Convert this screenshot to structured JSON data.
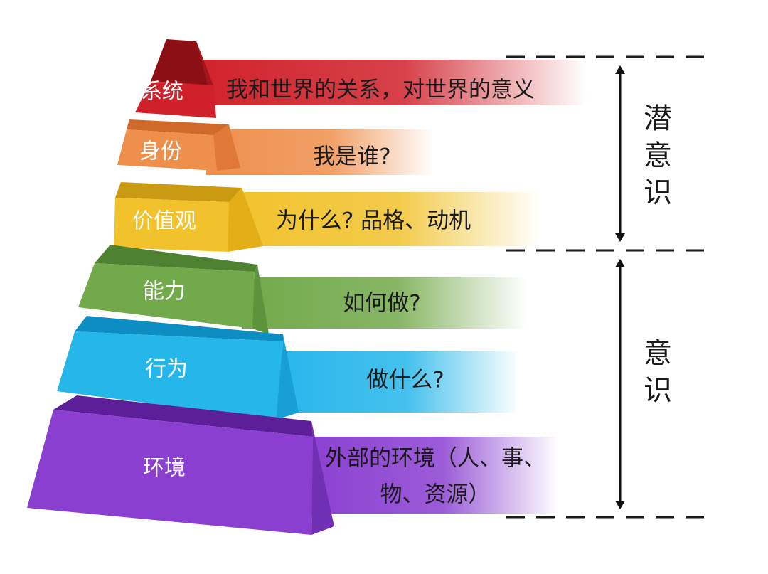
{
  "levels": [
    {
      "label": "系统",
      "description": [
        "我和世界的关系，对世界的意义"
      ],
      "color": "#d0202a",
      "top_color": "#8c0f15",
      "side_color": "#a3141b"
    },
    {
      "label": "身份",
      "description": [
        "我是谁?"
      ],
      "color": "#ef8f4c",
      "top_color": "#d06a2a",
      "side_color": "#e07838"
    },
    {
      "label": "价值观",
      "description": [
        "为什么? 品格、动机"
      ],
      "color": "#f1c22c",
      "top_color": "#c99a12",
      "side_color": "#e3ae18"
    },
    {
      "label": "能力",
      "description": [
        "如何做?"
      ],
      "color": "#72a94a",
      "top_color": "#4e8231",
      "side_color": "#5d943b"
    },
    {
      "label": "行为",
      "description": [
        "做什么?"
      ],
      "color": "#25b6ea",
      "top_color": "#0d8ec2",
      "side_color": "#189fd6"
    },
    {
      "label": "环境",
      "description": [
        "外部的环境（人、事、",
        "物、资源）"
      ],
      "color": "#8a3fd1",
      "top_color": "#5d1f99",
      "side_color": "#7030b3"
    }
  ],
  "side_labels": {
    "subconscious": "潜意识",
    "conscious": "意识"
  },
  "colors": {
    "dashes": "#1a1a1a",
    "arrows": "#111111"
  }
}
